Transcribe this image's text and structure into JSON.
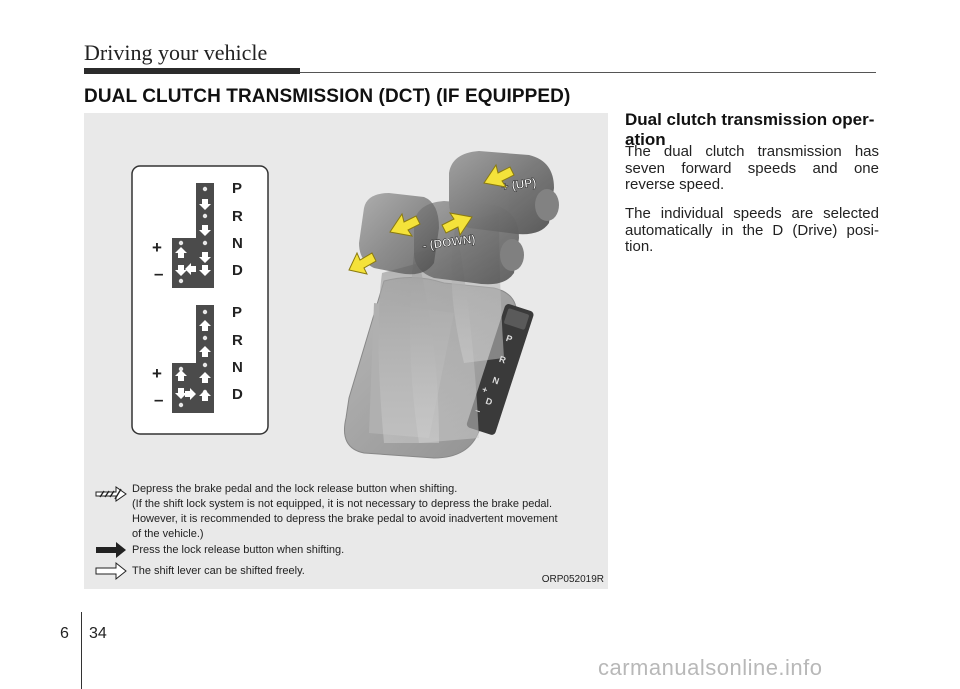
{
  "header": {
    "title": "Driving your vehicle"
  },
  "section": {
    "title": "DUAL CLUTCH TRANSMISSION (DCT) (IF EQUIPPED)"
  },
  "figure": {
    "gate_letters": [
      "P",
      "R",
      "N",
      "D"
    ],
    "plus": "+",
    "minus": "–",
    "up_label": "+ (UP)",
    "down_label": "- (DOWN)",
    "console_letters": [
      "P",
      "R",
      "N",
      "D"
    ],
    "console_plus": "+",
    "console_minus": "–",
    "code": "ORP052019R",
    "legend": [
      {
        "icon": "hatched-arrow-icon",
        "text": "Depress the brake pedal and the lock release button when shifting.\n(If the shift lock system is not equipped, it is not necessary to depress the brake pedal.\nHowever, it is recommended to depress the brake pedal to avoid inadvertent movement\nof the vehicle.)"
      },
      {
        "icon": "solid-arrow-icon",
        "text": "Press the lock release button when shifting."
      },
      {
        "icon": "outline-arrow-icon",
        "text": "The shift lever can be shifted freely."
      }
    ]
  },
  "content": {
    "title": "Dual clutch transmission oper-\nation",
    "paragraphs": [
      "The dual clutch transmission has seven forward speeds and one reverse speed.",
      "The individual speeds are selected automatically in the D (Drive) posi-tion."
    ]
  },
  "footer": {
    "section": "6",
    "page": "34",
    "watermark": "carmanualsonline.info"
  },
  "colors": {
    "arrow_yellow": "#f4e23a",
    "figure_bg": "#e9e9e9"
  }
}
